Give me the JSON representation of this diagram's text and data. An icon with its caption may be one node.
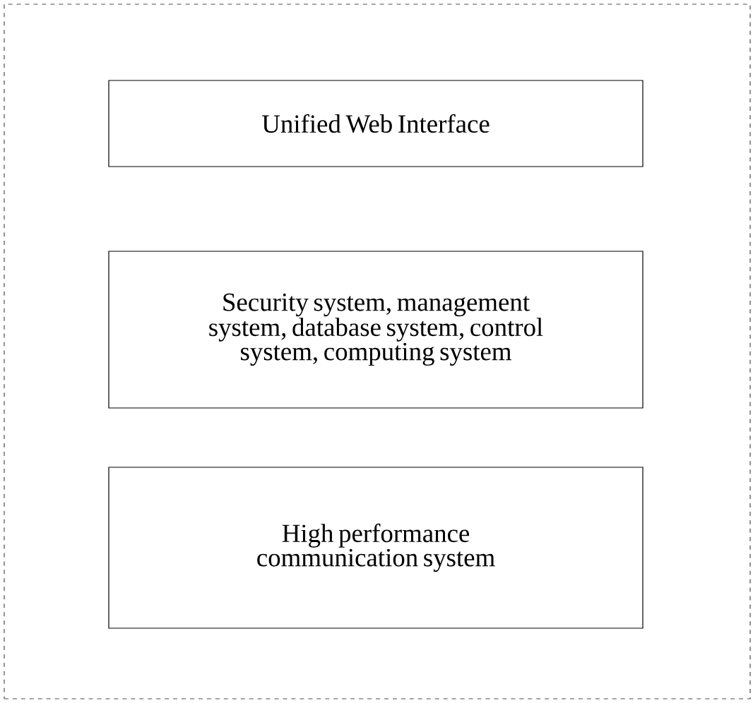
{
  "diagram": {
    "nodes": [
      {
        "text": [],
        "shape": "box"
      },
      {
        "text": [
          "Unified Web Interface"
        ],
        "in": 0
      },
      {
        "text": [
          "Security system, management system, database system, control system, computing system"
        ],
        "in": 0
      },
      {
        "text": [
          "High performance communication system"
        ],
        "in": 0
      }
    ]
  }
}
